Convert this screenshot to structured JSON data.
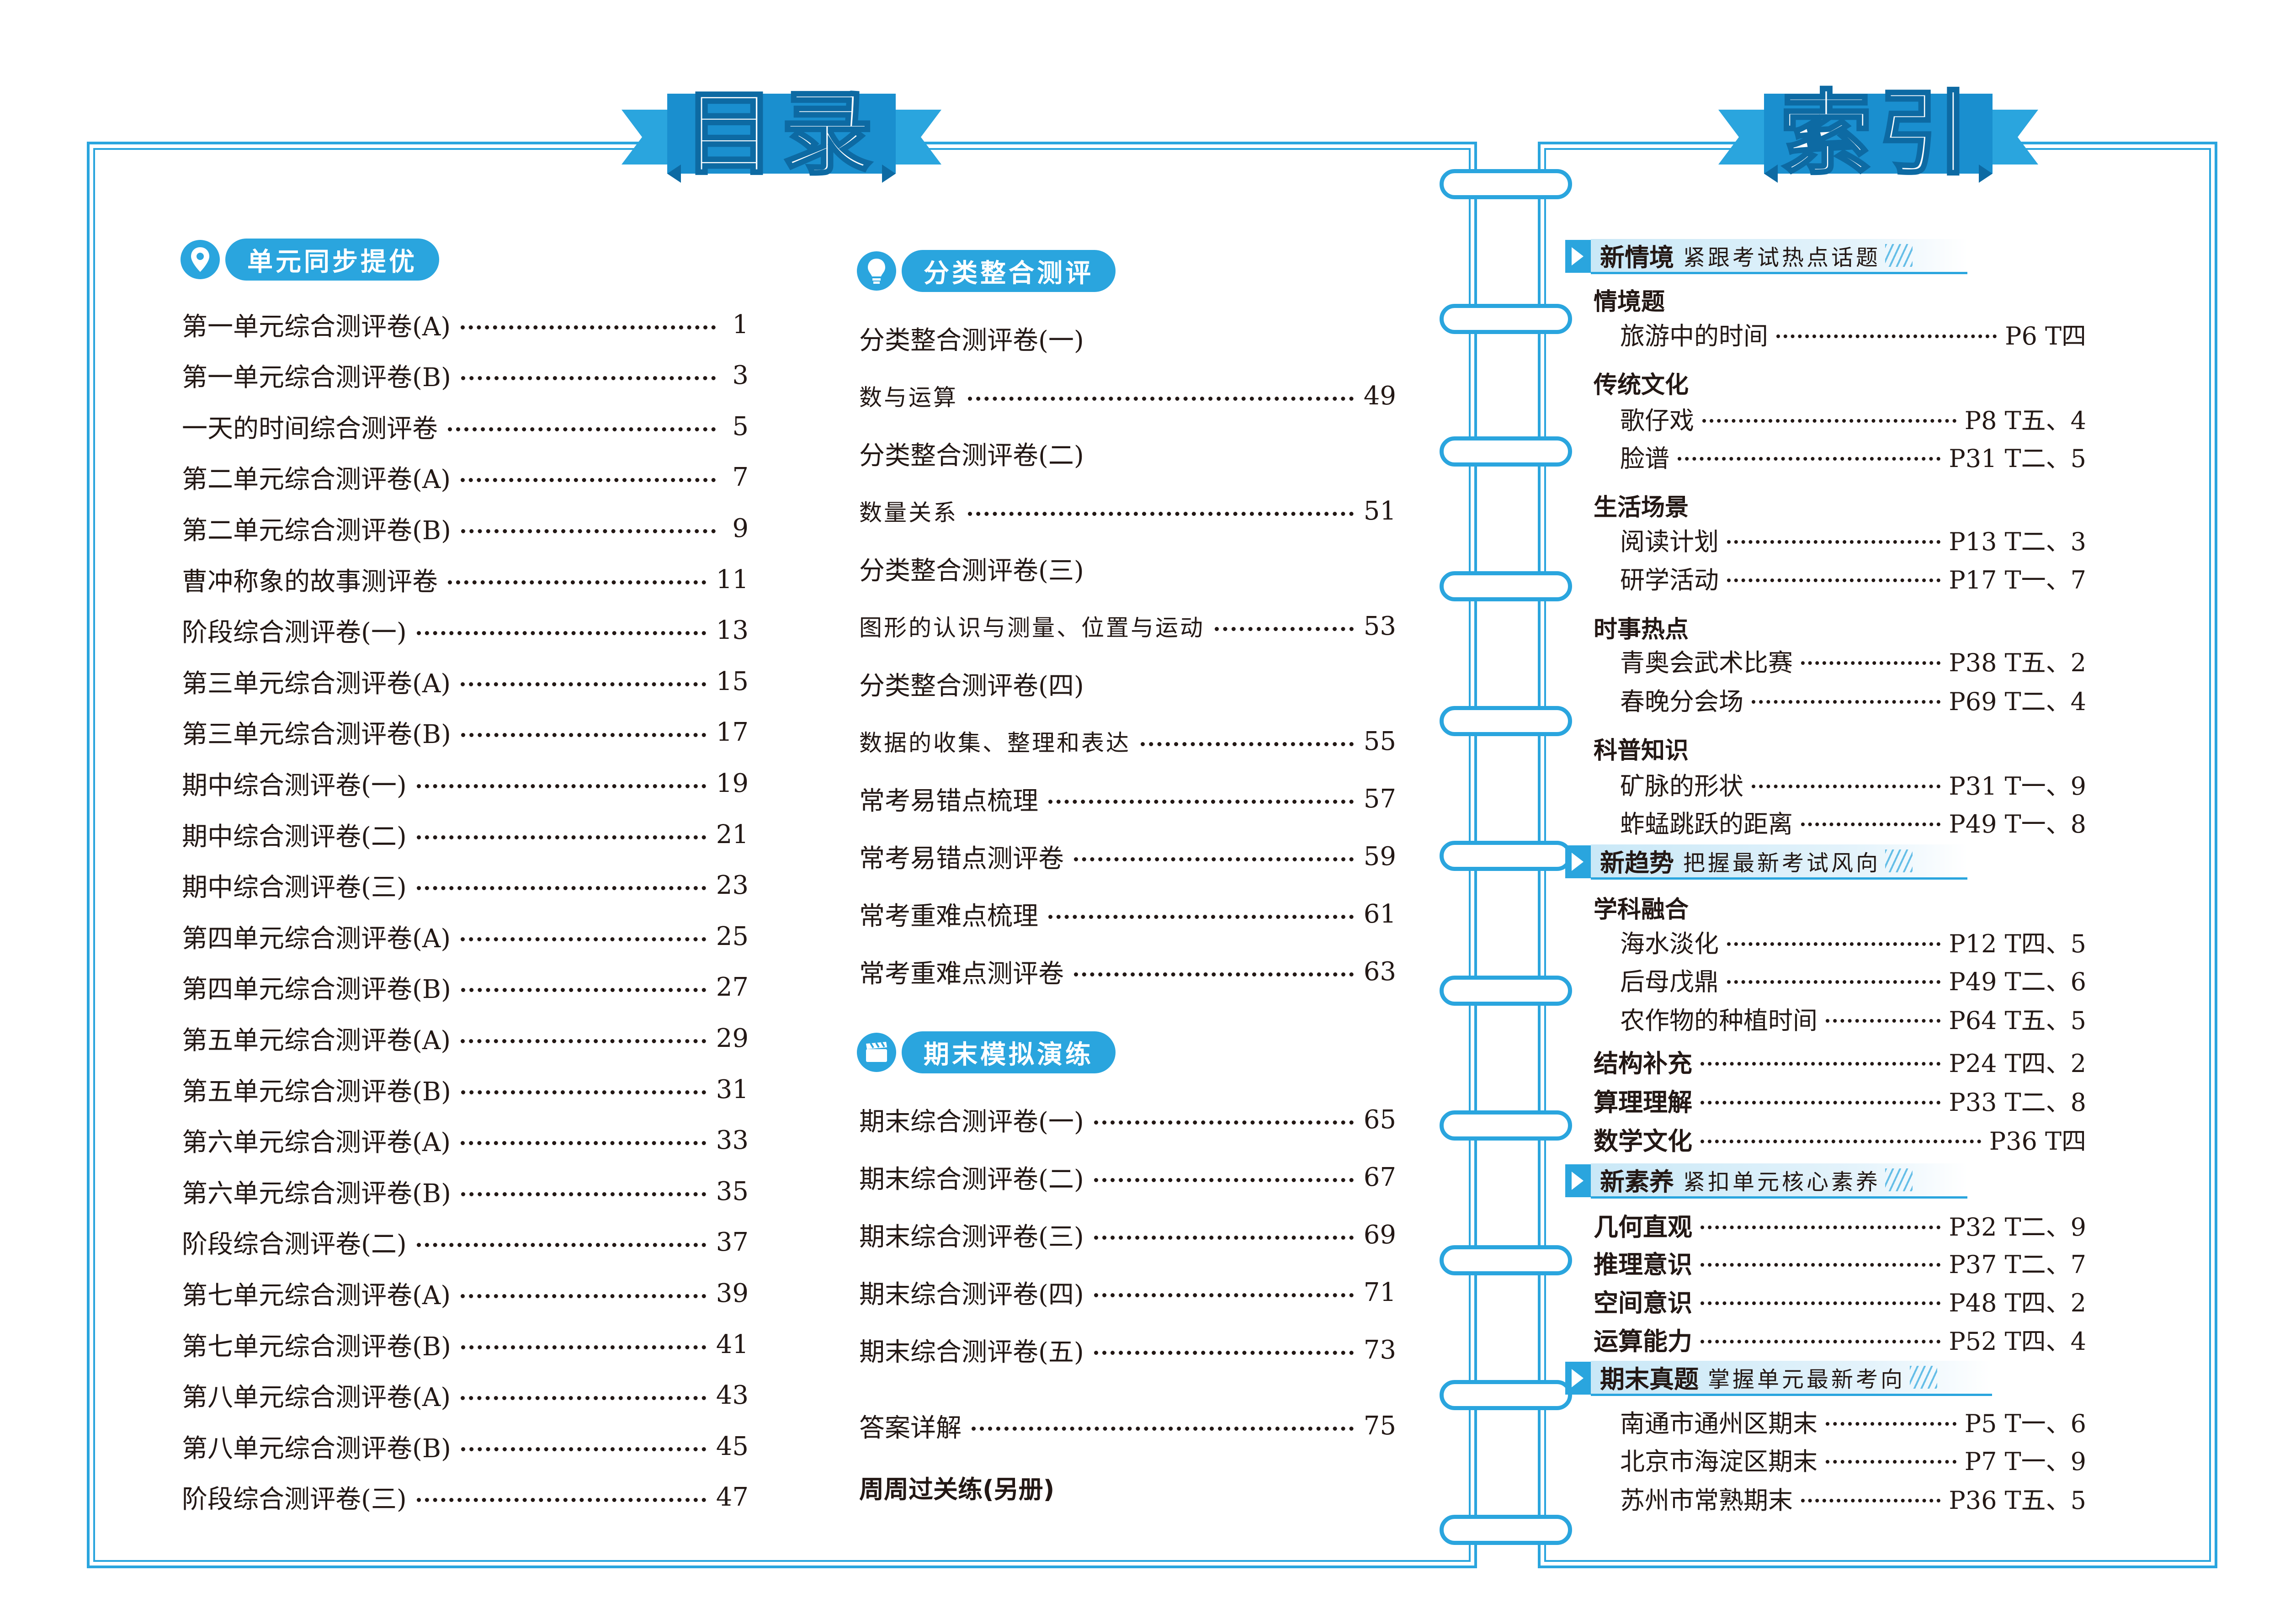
{
  "toc": {
    "banner_title": "目录",
    "section_sync": {
      "label": "单元同步提优",
      "entries": [
        {
          "title": "第一单元综合测评卷(A)",
          "page": "1"
        },
        {
          "title": "第一单元综合测评卷(B)",
          "page": "3"
        },
        {
          "title": "一天的时间综合测评卷",
          "page": "5"
        },
        {
          "title": "第二单元综合测评卷(A)",
          "page": "7"
        },
        {
          "title": "第二单元综合测评卷(B)",
          "page": "9"
        },
        {
          "title": "曹冲称象的故事测评卷",
          "page": "11"
        },
        {
          "title": "阶段综合测评卷(一)",
          "page": "13"
        },
        {
          "title": "第三单元综合测评卷(A)",
          "page": "15"
        },
        {
          "title": "第三单元综合测评卷(B)",
          "page": "17"
        },
        {
          "title": "期中综合测评卷(一)",
          "page": "19"
        },
        {
          "title": "期中综合测评卷(二)",
          "page": "21"
        },
        {
          "title": "期中综合测评卷(三)",
          "page": "23"
        },
        {
          "title": "第四单元综合测评卷(A)",
          "page": "25"
        },
        {
          "title": "第四单元综合测评卷(B)",
          "page": "27"
        },
        {
          "title": "第五单元综合测评卷(A)",
          "page": "29"
        },
        {
          "title": "第五单元综合测评卷(B)",
          "page": "31"
        },
        {
          "title": "第六单元综合测评卷(A)",
          "page": "33"
        },
        {
          "title": "第六单元综合测评卷(B)",
          "page": "35"
        },
        {
          "title": "阶段综合测评卷(二)",
          "page": "37"
        },
        {
          "title": "第七单元综合测评卷(A)",
          "page": "39"
        },
        {
          "title": "第七单元综合测评卷(B)",
          "page": "41"
        },
        {
          "title": "第八单元综合测评卷(A)",
          "page": "43"
        },
        {
          "title": "第八单元综合测评卷(B)",
          "page": "45"
        },
        {
          "title": "阶段综合测评卷(三)",
          "page": "47"
        }
      ]
    },
    "section_classify": {
      "label": "分类整合测评",
      "groups": [
        {
          "heading": "分类整合测评卷(一)",
          "topic": "数与运算",
          "page": "49"
        },
        {
          "heading": "分类整合测评卷(二)",
          "topic": "数量关系",
          "page": "51"
        },
        {
          "heading": "分类整合测评卷(三)",
          "topic": "图形的认识与测量、位置与运动",
          "page": "53"
        },
        {
          "heading": "分类整合测评卷(四)",
          "topic": "数据的收集、整理和表达",
          "page": "55"
        }
      ],
      "entries": [
        {
          "title": "常考易错点梳理",
          "page": "57"
        },
        {
          "title": "常考易错点测评卷",
          "page": "59"
        },
        {
          "title": "常考重难点梳理",
          "page": "61"
        },
        {
          "title": "常考重难点测评卷",
          "page": "63"
        }
      ]
    },
    "section_final": {
      "label": "期末模拟演练",
      "entries": [
        {
          "title": "期末综合测评卷(一)",
          "page": "65"
        },
        {
          "title": "期末综合测评卷(二)",
          "page": "67"
        },
        {
          "title": "期末综合测评卷(三)",
          "page": "69"
        },
        {
          "title": "期末综合测评卷(四)",
          "page": "71"
        },
        {
          "title": "期末综合测评卷(五)",
          "page": "73"
        }
      ]
    },
    "answers": {
      "title": "答案详解",
      "page": "75"
    },
    "weekly": "周周过关练(另册)"
  },
  "index": {
    "banner_title": "索引",
    "bands": [
      {
        "title": "新情境",
        "subtitle": "紧跟考试热点话题"
      },
      {
        "title": "新趋势",
        "subtitle": "把握最新考试风向"
      },
      {
        "title": "新素养",
        "subtitle": "紧扣单元核心素养"
      },
      {
        "title": "期末真题",
        "subtitle": "掌握单元最新考向"
      }
    ],
    "categories": {
      "c0": "情境题",
      "c1": "传统文化",
      "c2": "生活场景",
      "c3": "时事热点",
      "c4": "科普知识",
      "c5": "学科融合"
    },
    "items": [
      {
        "title": "旅游中的时间",
        "ref": "P6 T四"
      },
      {
        "title": "歌仔戏",
        "ref": "P8 T五、4"
      },
      {
        "title": "脸谱",
        "ref": "P31 T二、5"
      },
      {
        "title": "阅读计划",
        "ref": "P13 T二、3"
      },
      {
        "title": "研学活动",
        "ref": "P17 T一、7"
      },
      {
        "title": "青奥会武术比赛",
        "ref": "P38 T五、2"
      },
      {
        "title": "春晚分会场",
        "ref": "P69 T二、4"
      },
      {
        "title": "矿脉的形状",
        "ref": "P31 T一、9"
      },
      {
        "title": "蚱蜢跳跃的距离",
        "ref": "P49 T一、8"
      },
      {
        "title": "海水淡化",
        "ref": "P12 T四、5"
      },
      {
        "title": "后母戊鼎",
        "ref": "P49 T二、6"
      },
      {
        "title": "农作物的种植时间",
        "ref": "P64 T五、5"
      },
      {
        "title": "结构补充",
        "ref": "P24 T四、2"
      },
      {
        "title": "算理理解",
        "ref": "P33 T二、8"
      },
      {
        "title": "数学文化",
        "ref": "P36 T四"
      },
      {
        "title": "几何直观",
        "ref": "P32 T二、9"
      },
      {
        "title": "推理意识",
        "ref": "P37 T二、7"
      },
      {
        "title": "空间意识",
        "ref": "P48 T四、2"
      },
      {
        "title": "运算能力",
        "ref": "P52 T四、4"
      },
      {
        "title": "南通市通州区期末",
        "ref": "P5 T一、6"
      },
      {
        "title": "北京市海淀区期末",
        "ref": "P7 T一、9"
      },
      {
        "title": "苏州市常熟期末",
        "ref": "P36 T五、5"
      }
    ]
  },
  "colors": {
    "accent": "#2aa5de",
    "text": "#231815"
  }
}
